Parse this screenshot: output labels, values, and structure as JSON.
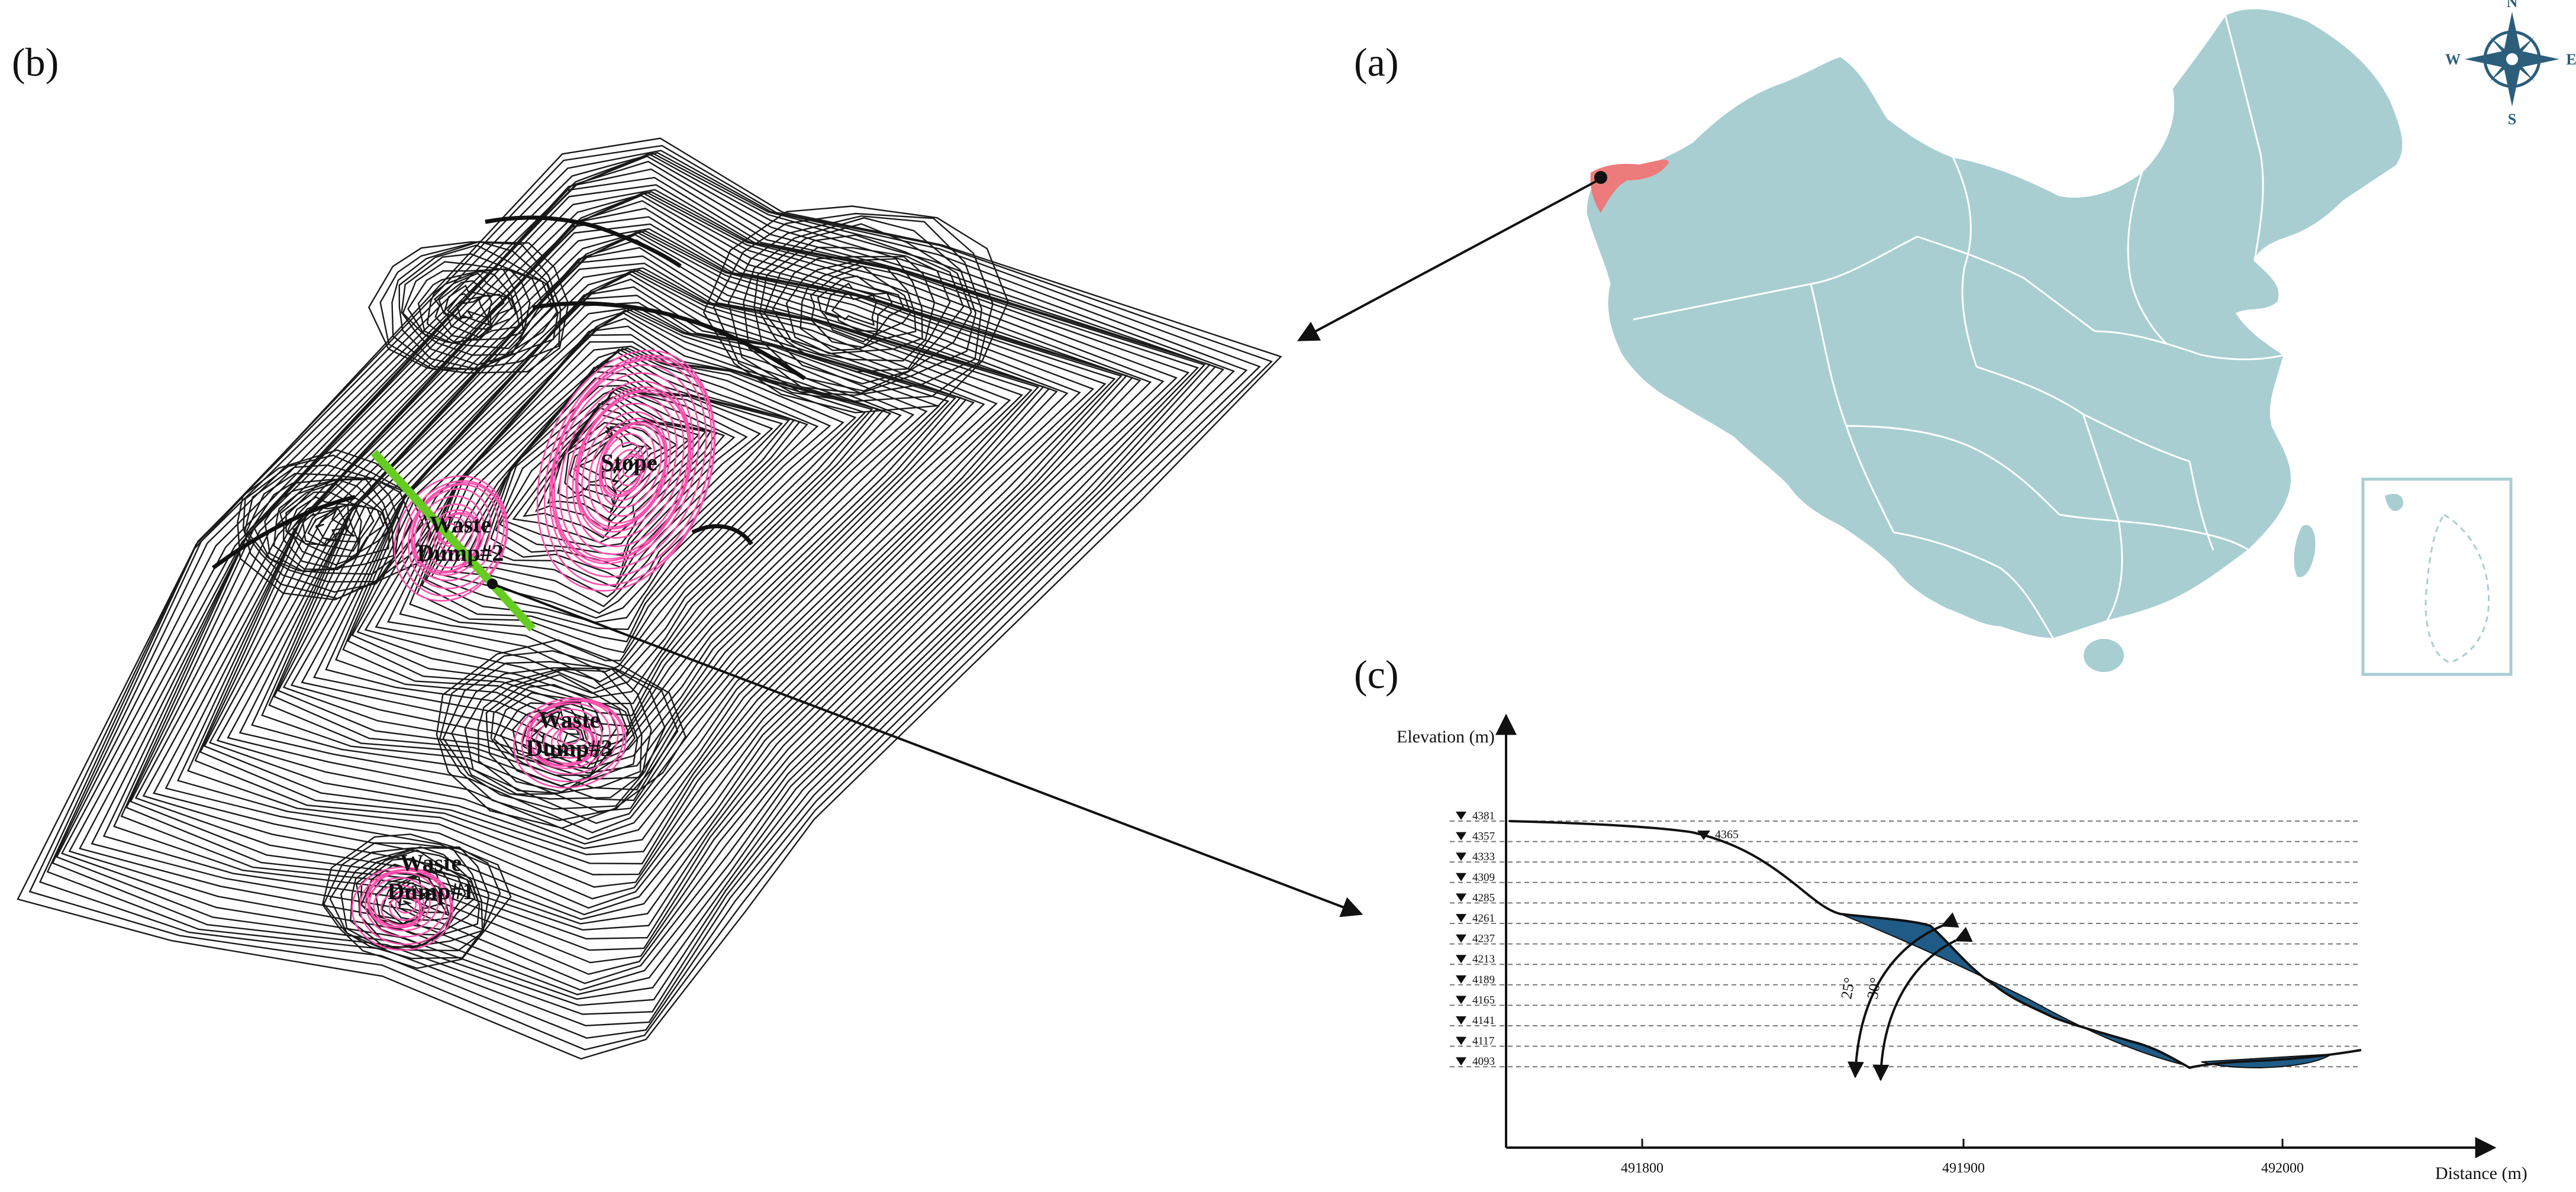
{
  "panels": {
    "a": {
      "label": "(a)"
    },
    "b": {
      "label": "(b)"
    },
    "c": {
      "label": "(c)"
    }
  },
  "compass": {
    "n": "N",
    "s": "S",
    "e": "E",
    "w": "W"
  },
  "topo": {
    "labels": {
      "stope": "Stope",
      "wd2_line1": "Waste",
      "wd2_line2": "Dump#2",
      "wd3_line1": "Waste",
      "wd3_line2": "Dump#3",
      "wd1_line1": "Waste",
      "wd1_line2": "Dump#1"
    }
  },
  "profile": {
    "y_axis_label": "Elevation (m)",
    "x_axis_label": "Distance (m)",
    "x_ticks": [
      "491800",
      "491900",
      "492000"
    ],
    "elevation_levels": [
      "4381",
      "4357",
      "4333",
      "4309",
      "4285",
      "4261",
      "4237",
      "4213",
      "4189",
      "4165",
      "4141",
      "4117",
      "4093"
    ],
    "point_label": "4365",
    "angle_25": "25°",
    "angle_30": "30°"
  },
  "colors": {
    "map_fill": "#a8ced2",
    "highlight_region": "#ee7b7b",
    "waste_pink": "#ff4fae",
    "section_line": "#66cc22",
    "slide_fill": "#1f5b86",
    "compass": "#2c5e7c"
  }
}
